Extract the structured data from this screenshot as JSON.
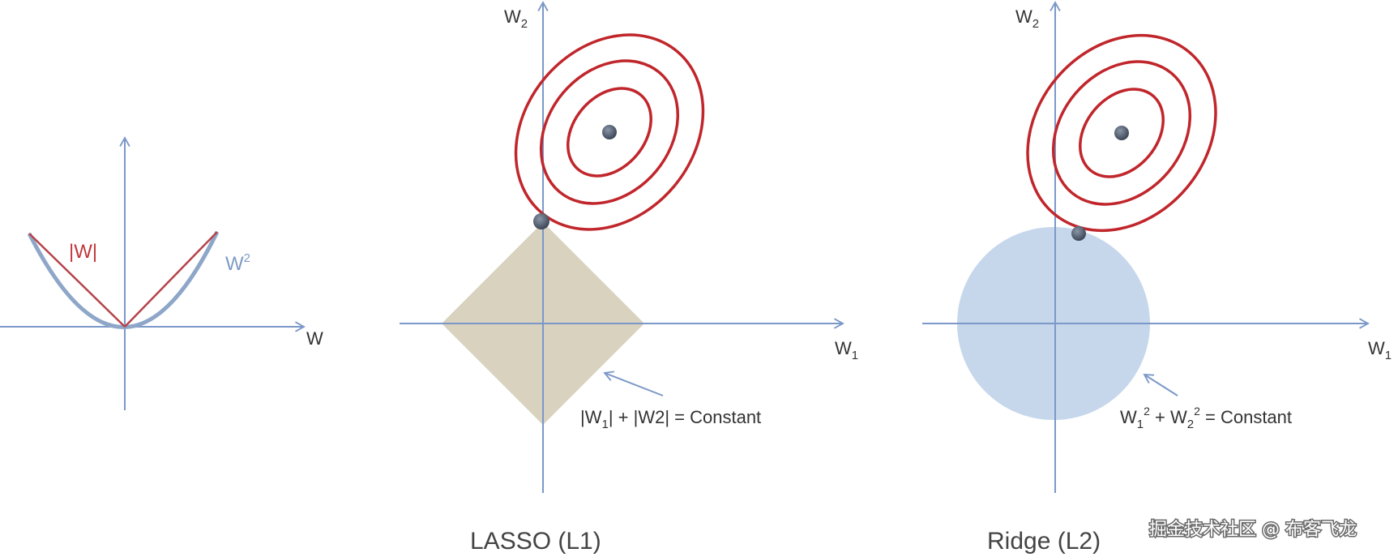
{
  "left_panel": {
    "x_label": "W",
    "abs_label": "|W|",
    "sq_label": "W",
    "sq_label_sup": "2"
  },
  "lasso_panel": {
    "y_label": "W",
    "y_label_sub": "2",
    "x_label": "W",
    "x_label_sub": "1",
    "formula_part1": "|W",
    "formula_sub1": "1",
    "formula_part2": "| + |W2| = Constant",
    "caption": "LASSO (L1)"
  },
  "ridge_panel": {
    "y_label": "W",
    "y_label_sub": "2",
    "x_label": "W",
    "x_label_sub": "1",
    "formula_w1": "W",
    "formula_sub1": "1",
    "formula_sup1": "2",
    "formula_plus": " +  W",
    "formula_sub2": "2",
    "formula_sup2": "2",
    "formula_const": " = Constant",
    "caption": "Ridge (L2)"
  },
  "watermark": "掘金技术社区 @ 布客飞龙",
  "colors": {
    "axis": "#7b98c8",
    "contour": "#c0262b",
    "abs_line": "#b5434a",
    "square_curve": "#8ea6c8",
    "diamond_fill": "#d8d2bf",
    "circle_fill": "#c6d7ec",
    "point": "#4a5568"
  }
}
